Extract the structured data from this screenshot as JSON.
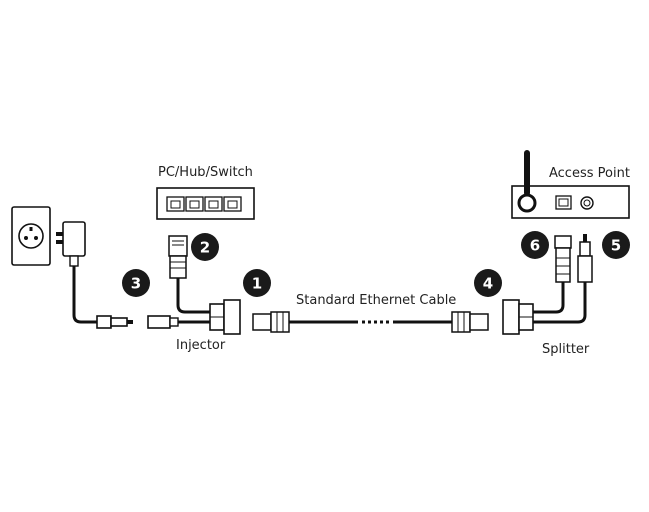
{
  "labels": {
    "pc_hub_switch": "PC/Hub/Switch",
    "access_point": "Access Point",
    "ethernet_cable": "Standard Ethernet Cable",
    "injector": "Injector",
    "splitter": "Splitter"
  },
  "callouts": [
    "1",
    "2",
    "3",
    "4",
    "5",
    "6"
  ],
  "colors": {
    "line": "#111111",
    "badge": "#1a1a1a",
    "text": "#222222"
  }
}
